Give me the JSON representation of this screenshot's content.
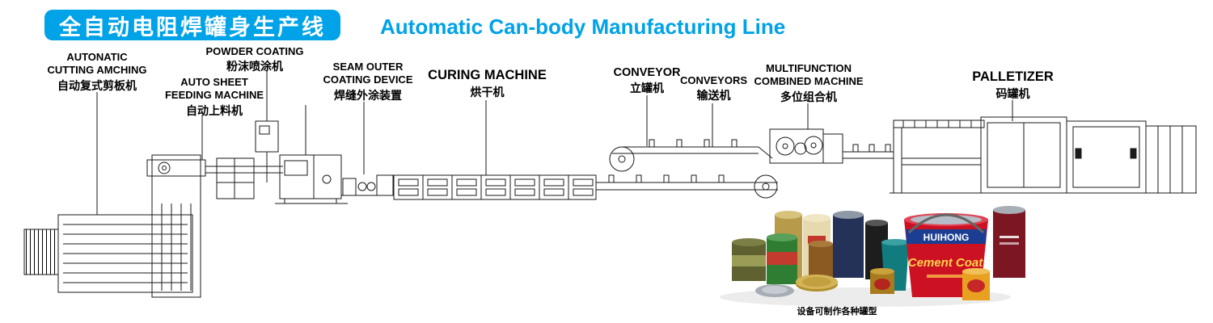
{
  "header": {
    "title_cn": "全自动电阻焊罐身生产线",
    "title_en": "Automatic Can-body Manufacturing Line",
    "accent_color": "#00a2e8"
  },
  "stations": [
    {
      "en": "AUTONATIC\nCUTTING AMCHING",
      "cn": "自动复式剪板机"
    },
    {
      "en": "AUTO SHEET\nFEEDING MACHINE",
      "cn": "自动上料机"
    },
    {
      "en": "POWDER COATING",
      "cn": "粉沫喷涂机"
    },
    {
      "en": "SEAM OUTER\nCOATING DEVICE",
      "cn": "焊缝外涂装置"
    },
    {
      "en": "CURING MACHINE",
      "cn": "烘干机"
    },
    {
      "en": "CONVEYOR",
      "cn": "立罐机"
    },
    {
      "en": "CONVEYORS",
      "cn": "输送机"
    },
    {
      "en": "MULTIFUNCTION\nCOMBINED MACHINE",
      "cn": "多位组合机"
    },
    {
      "en": "PALLETIZER",
      "cn": "码罐机"
    }
  ],
  "photo": {
    "brand": "HUIHONG",
    "product": "Cement Coat",
    "caption": "设备可制作各种罐型"
  }
}
